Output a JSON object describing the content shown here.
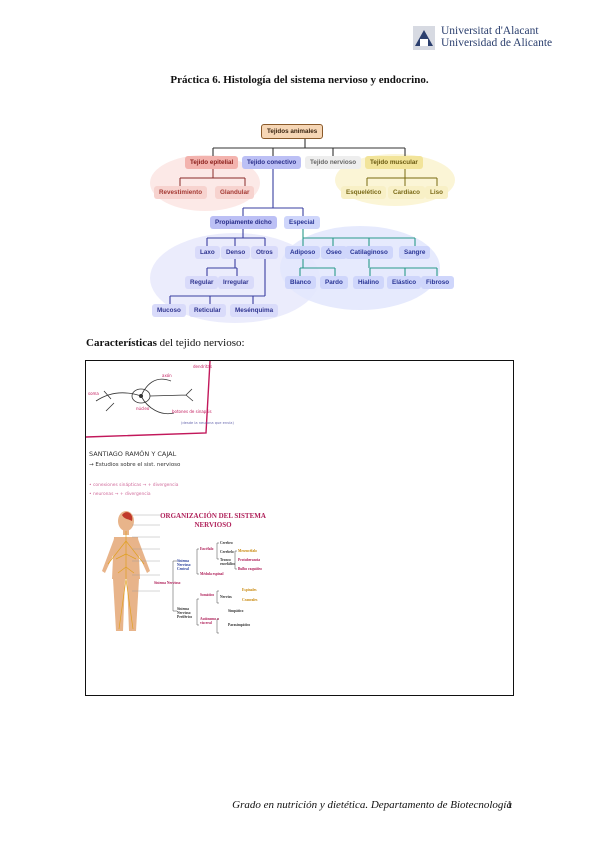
{
  "header": {
    "logo_line1": "Universitat d'Alacant",
    "logo_line2": "Universidad de Alicante"
  },
  "doc_title": "Práctica 6. Histología del sistema nervioso y endocrino.",
  "concept_map": {
    "root": "Tejidos animales",
    "level1": [
      "Tejido epitelial",
      "Tejido conectivo",
      "Tejido nervioso",
      "Tejido muscular"
    ],
    "epitelial": [
      "Revestimiento",
      "Glandular"
    ],
    "muscular": [
      "Esquelético",
      "Cardiaco",
      "Liso"
    ],
    "conectivo": [
      "Propiamente dicho",
      "Especial"
    ],
    "propiamente": [
      "Laxo",
      "Denso",
      "Otros"
    ],
    "denso": [
      "Regular",
      "Irregular"
    ],
    "otros": [
      "Mucoso",
      "Reticular",
      "Mesénquima"
    ],
    "especial": [
      "Adiposo",
      "Óseo",
      "Catilaginoso",
      "Sangre"
    ],
    "adiposo": [
      "Blanco",
      "Pardo"
    ],
    "cartilaginoso": [
      "Hialino",
      "Elástico",
      "Fibroso"
    ]
  },
  "section": {
    "label_bold": "Características",
    "label_rest": " del tejido nervioso:"
  },
  "notes": {
    "sketch_labels": [
      "dendritas",
      "axón",
      "soma",
      "núcleo",
      "botones de sinapsis"
    ],
    "sketch_note": "(desde la neurona que envía)",
    "scientist": "SANTIAGO RAMÓN Y CAJAL",
    "study": "→ Estudios sobre el sist. nervioso",
    "bullet1": "• conexiones sinápticas → + divergencia",
    "bullet2": "• neuronas → + divergencia",
    "org_title": "ORGANIZACIÓN DEL SISTEMA NERVIOSO",
    "org": {
      "sistema_nervioso": "Sistema Nervioso",
      "snc": "Sistema Nervioso Central",
      "snp": "Sistema Nervioso Periférico",
      "encefalo": "Encéfalo",
      "medula": "Médula espinal",
      "cerebro": "Cerebro",
      "cerebelo": "Cerebelo",
      "tronco": "Tronco encefálico",
      "mesencefalo": "Mesencéfalo",
      "protuberancia": "Protuberancia",
      "bulbo": "Bulbo raquídeo",
      "somatico": "Somático",
      "autonomo": "Autónomo o visceral",
      "nervios": "Nervios",
      "espinales": "Espinales",
      "craneales": "Craneales",
      "simpatico": "Simpático",
      "parasimpatico": "Parasimpático"
    }
  },
  "footer": {
    "text": "Grado en nutrición y dietética. Departamento de Biotecnología",
    "page": "1"
  },
  "colors": {
    "ink_pink": "#c2185b",
    "logo_blue": "#2b3f6e"
  }
}
